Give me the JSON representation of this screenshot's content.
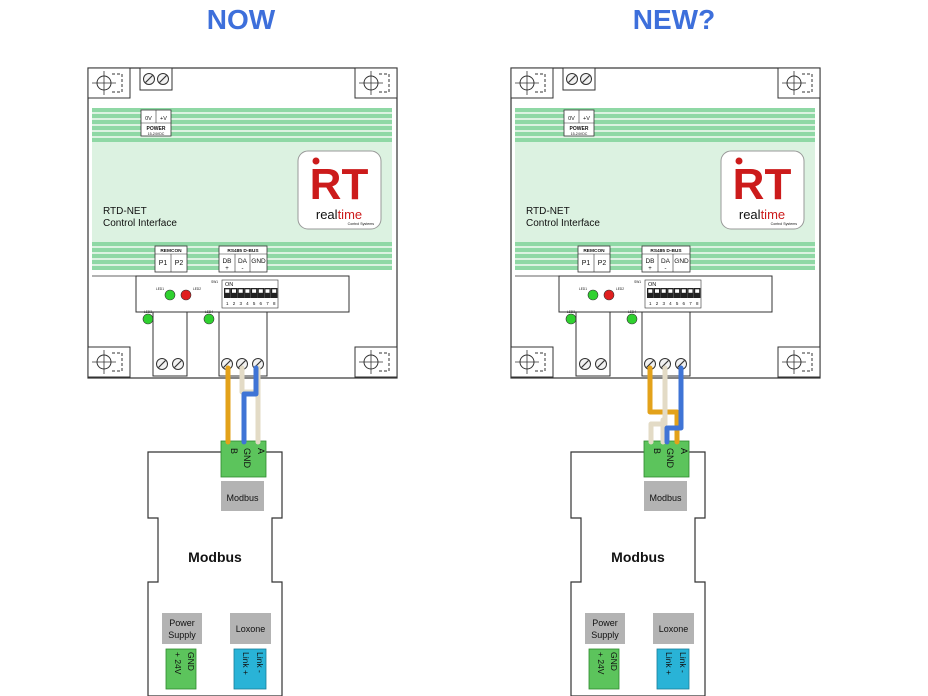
{
  "titles": {
    "left": "NOW",
    "right": "NEW?"
  },
  "device": {
    "power_dv": "0V",
    "power_pv": "+V",
    "power_label": "POWER",
    "power_range": "15-24VDC",
    "model": "RTD-NET",
    "description": "Control Interface",
    "logo_letters": "RT",
    "logo_word_a": "real",
    "logo_word_b": "time",
    "logo_sub": "Control Systems",
    "remcon_label": "REMCON",
    "remcon_p1": "P1",
    "remcon_p2": "P2",
    "rs485_label": "RS485 D-BUS",
    "rs485_db": "DB",
    "rs485_da": "DA",
    "rs485_gnd": "GND",
    "rs485_plus": "+",
    "rs485_minus": "-",
    "dip_on": "ON",
    "dip_sw": "SW1",
    "dip_numbers": [
      "1",
      "2",
      "3",
      "4",
      "5",
      "6",
      "7",
      "8"
    ],
    "led1": "LED1",
    "led2": "LED2",
    "led3": "LED3",
    "led4": "LED4"
  },
  "modbus": {
    "title": "Modbus",
    "port_label": "Modbus",
    "term_b": "B",
    "term_gnd": "GND",
    "term_a": "A",
    "power_supply_line1": "Power",
    "power_supply_line2": "Supply",
    "power_24v": "+ 24V",
    "power_gnd": "GND",
    "loxone_label": "Loxone",
    "link_plus": "Link +",
    "link_minus": "Link -"
  },
  "colors": {
    "heading": "#3d6fdb",
    "band_green": "#8fd8a5",
    "panel_green": "#dcf2e1",
    "terminal_green": "#5cc45c",
    "gray_box": "#b3b3b3",
    "loxone_blue": "#29b3d7",
    "wire_orange": "#e3a21a",
    "wire_beige": "#e3dbc6",
    "wire_blue": "#3f74d6",
    "logo_red": "#cc1b1b"
  }
}
